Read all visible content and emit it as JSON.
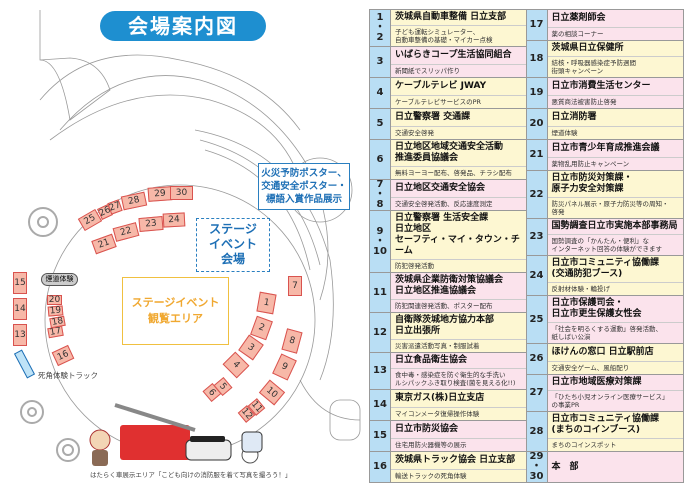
{
  "map": {
    "title": "会場案内図",
    "poster_label": "火災予防ポスター、\n交通安全ポスター・\n標語入賞作品展示",
    "stage_label": "ステージ\nイベント\n会場",
    "viewing_area_label": "ステージイベント\n観覧エリア",
    "smoke_label": "煙道体験",
    "track_label": "死角体験トラック",
    "caption": "はたらく車展示エリア「こども向けの消防服を着て写真を撮ろう！」",
    "booths": [
      "1",
      "2",
      "3",
      "4",
      "5",
      "6",
      "7",
      "8",
      "9",
      "10",
      "11",
      "12",
      "13",
      "14",
      "15",
      "16",
      "17",
      "18",
      "19",
      "20",
      "21",
      "22",
      "23",
      "24",
      "25",
      "26",
      "27",
      "28",
      "29",
      "30"
    ]
  },
  "table": {
    "left": [
      {
        "num": "1\n・\n2",
        "org": "茨城県自動車整備 日立支部",
        "act": "子ども運転シミュレーター、\n自動車整備の基礎・マイカー点検",
        "c": "y"
      },
      {
        "num": "3",
        "org": "いばらきコープ生活協同組合",
        "act": "新聞紙でスリッパ作り",
        "c": "p"
      },
      {
        "num": "4",
        "org": "ケーブルテレビ JWAY",
        "act": "ケーブルテレビサービスのPR",
        "c": "y"
      },
      {
        "num": "5",
        "org": "日立警察署 交通課",
        "act": "交通安全啓発",
        "c": "y"
      },
      {
        "num": "6",
        "org": "日立地区地域交通安全活動\n推進委員協議会",
        "act": "無料ヨーヨー配布、啓発品、チラシ配布",
        "c": "y"
      },
      {
        "num": "7\n・\n8",
        "org": "日立地区交通安全協会",
        "act": "交通安全啓発活動、反応速度測定",
        "c": "p"
      },
      {
        "num": "9\n・\n10",
        "org": "日立警察署 生活安全課\n日立地区\nセーフティ・マイ・タウン・チーム",
        "act": "防犯啓発活動",
        "c": "y"
      },
      {
        "num": "11",
        "org": "茨城県企業防衛対策協議会\n日立地区推進協議会",
        "act": "防犯関連啓発活動、ポスター配布",
        "c": "p"
      },
      {
        "num": "12",
        "org": "自衛隊茨城地方協力本部\n日立出張所",
        "act": "災害派遣活動写真・制服試着",
        "c": "y"
      },
      {
        "num": "13",
        "org": "日立食品衛生協会",
        "act": "食中毒・感染症を防ぐ衛生的な手洗い\nルシパックふき取り検査(菌を見える化!!)",
        "c": "p"
      },
      {
        "num": "14",
        "org": "東京ガス(株)日立支店",
        "act": "マイコンメータ復帰操作体験",
        "c": "y"
      },
      {
        "num": "15",
        "org": "日立市防災協会",
        "act": "住宅用防火器機等の展示",
        "c": "p"
      },
      {
        "num": "16",
        "org": "茨城県トラック協会 日立支部",
        "act": "輸送トラックの死角体験",
        "c": "y"
      }
    ],
    "right": [
      {
        "num": "17",
        "org": "日立薬剤師会",
        "act": "薬の相談コーナー",
        "c": "p"
      },
      {
        "num": "18",
        "org": "茨城県日立保健所",
        "act": "結核・呼吸器感染症予防週間\n街頭キャンペーン",
        "c": "y"
      },
      {
        "num": "19",
        "org": "日立市消費生活センター",
        "act": "悪質商法被害防止啓発",
        "c": "p"
      },
      {
        "num": "20",
        "org": "日立消防署",
        "act": "煙道体験",
        "c": "y"
      },
      {
        "num": "21",
        "org": "日立市青少年育成推進会議",
        "act": "薬物乱用防止キャンペーン",
        "c": "p"
      },
      {
        "num": "22",
        "org": "日立市防災対策課・\n原子力安全対策課",
        "act": "防災パネル展示・原子力防災等の周知・\n啓発",
        "c": "y"
      },
      {
        "num": "23",
        "org": "国勢調査日立市実施本部事務局",
        "act": "国勢調査の「かんたん・便利」な\nインターネット回答の体験ができます",
        "c": "p"
      },
      {
        "num": "24",
        "org": "日立市コミュニティ協働課\n(交通防犯ブース)",
        "act": "反射材体験・輪投げ",
        "c": "y"
      },
      {
        "num": "25",
        "org": "日立市保護司会・\n日立市更生保護女性会",
        "act": "「社会を明るくする運動」啓発活動、\n紙しばい公演",
        "c": "p"
      },
      {
        "num": "26",
        "org": "ほけんの窓口 日立駅前店",
        "act": "交通安全ゲーム、風船配り",
        "c": "y"
      },
      {
        "num": "27",
        "org": "日立市地域医療対策課",
        "act": "「ひたち小児オンライン医療サービス」\nの事業PR",
        "c": "p"
      },
      {
        "num": "28",
        "org": "日立市コミュニティ協働課\n(まちのコインブース)",
        "act": "まちのコインスポット",
        "c": "y"
      },
      {
        "num": "29\n・\n30",
        "org": "本　部",
        "act": "",
        "c": "p"
      }
    ]
  }
}
